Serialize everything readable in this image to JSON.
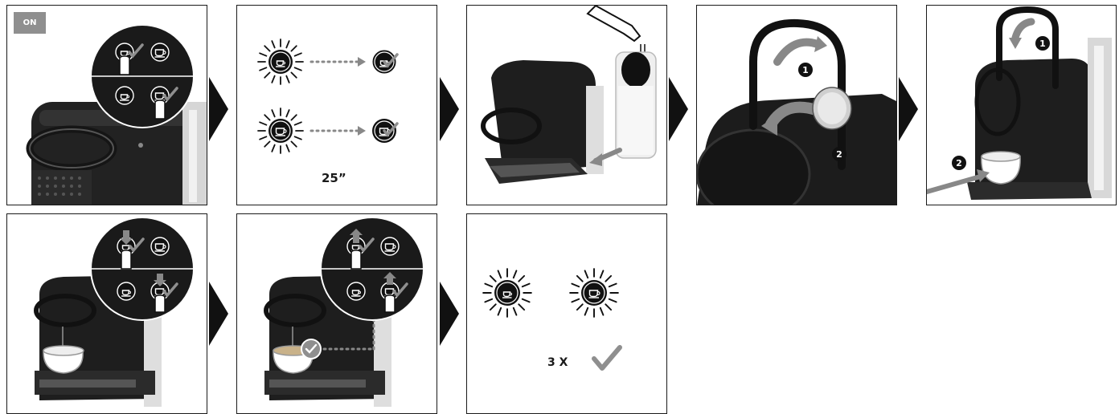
{
  "steps": {
    "step1": {
      "badge": "ON"
    },
    "step2": {
      "duration": "25”"
    },
    "step4": {
      "num1": "1",
      "num2": "2"
    },
    "step5": {
      "num1": "1",
      "num2": "2"
    },
    "step8": {
      "repeat": "3 X"
    }
  },
  "colors": {
    "machine": "#1e1e1e",
    "arrow_gray": "#8a8a8a",
    "check": "#8f8f8f",
    "frame": "#1a1a1a"
  }
}
